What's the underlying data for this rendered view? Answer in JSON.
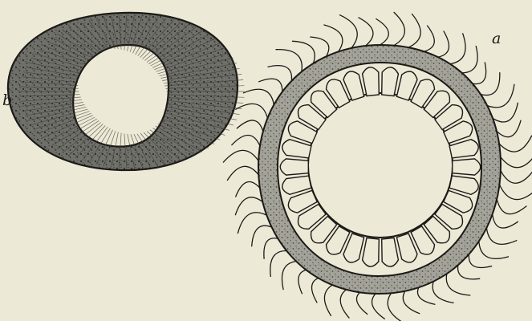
{
  "figure": {
    "background_color": "#ece9d6",
    "ink_color": "#1c1a17",
    "panels": [
      {
        "id": "b",
        "label": "b",
        "description_shape": "thick-walled-ring",
        "wall_fill_color": "#6f706a"
      },
      {
        "id": "a",
        "label": "a",
        "description_shape": "ring-with-radial-cells-and-cilia",
        "wall_fill_color": "#a4a399",
        "cell_count": 30,
        "cilia_count": 54
      }
    ]
  }
}
